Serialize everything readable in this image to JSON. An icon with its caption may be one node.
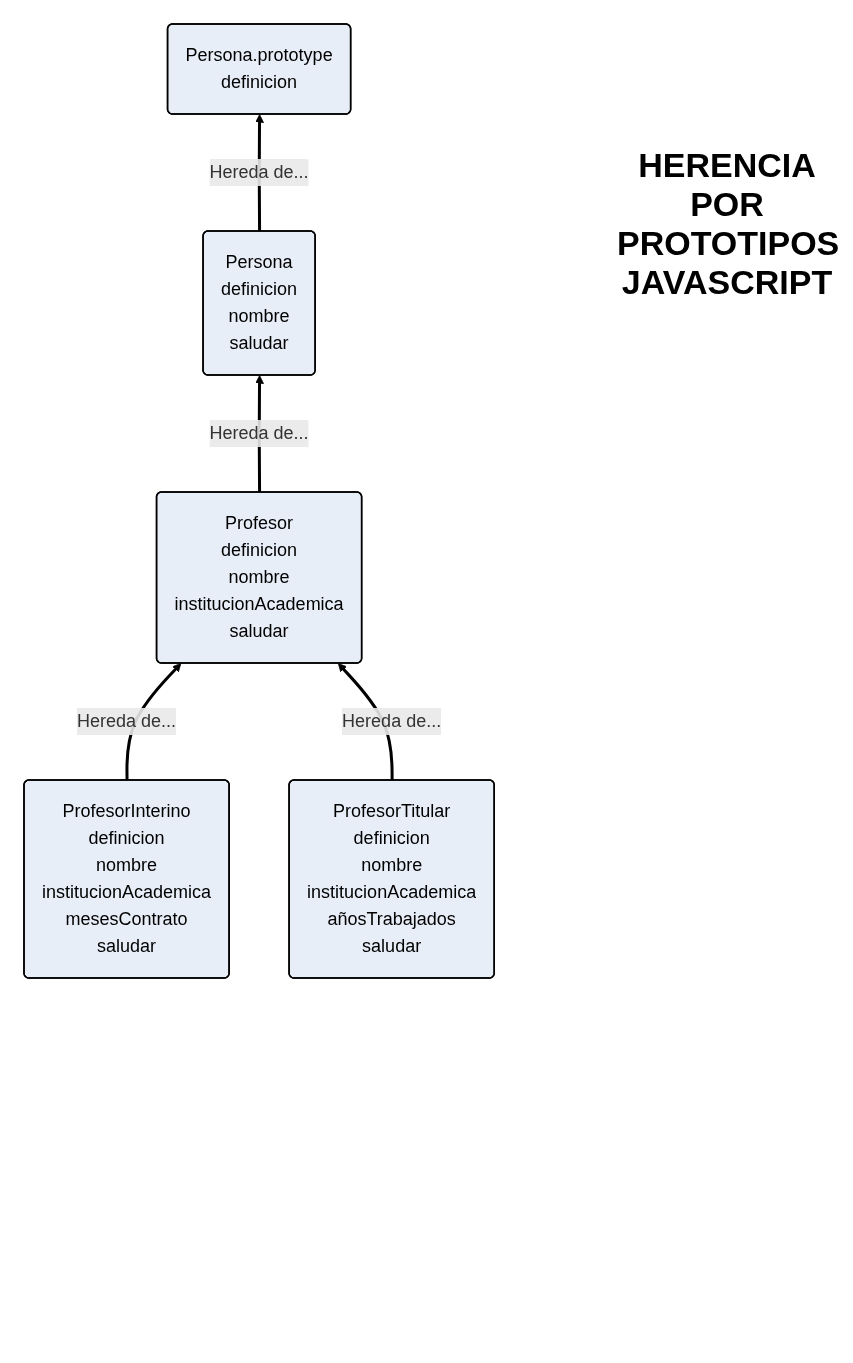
{
  "diagram": {
    "title": "HERENCIA POR PROTOTIPOS JAVASCRIPT",
    "nodes": [
      {
        "text": [
          "Persona.prototype",
          "definicion"
        ]
      },
      {
        "text": [
          "Persona",
          "definicion",
          "nombre",
          "saludar"
        ]
      },
      {
        "text": [
          "Profesor",
          "definicion",
          "nombre",
          "institucionAcademica",
          "saludar"
        ]
      },
      {
        "text": [
          "ProfesorInterino",
          "definicion",
          "nombre",
          "institucionAcademica",
          "mesesContrato",
          "saludar"
        ]
      },
      {
        "text": [
          "ProfesorTitular",
          "definicion",
          "nombre",
          "institucionAcademica",
          "añosTrabajados",
          "saludar"
        ]
      }
    ],
    "edges": [
      {
        "from": 1,
        "to": 0,
        "arrow": "to",
        "label": "Hereda de..."
      },
      {
        "from": 2,
        "to": 1,
        "arrow": "to",
        "label": "Hereda de..."
      },
      {
        "from": 3,
        "to": 2,
        "arrow": "to",
        "label": "Hereda de..."
      },
      {
        "from": 4,
        "to": 2,
        "arrow": "to",
        "label": "Hereda de..."
      }
    ]
  }
}
